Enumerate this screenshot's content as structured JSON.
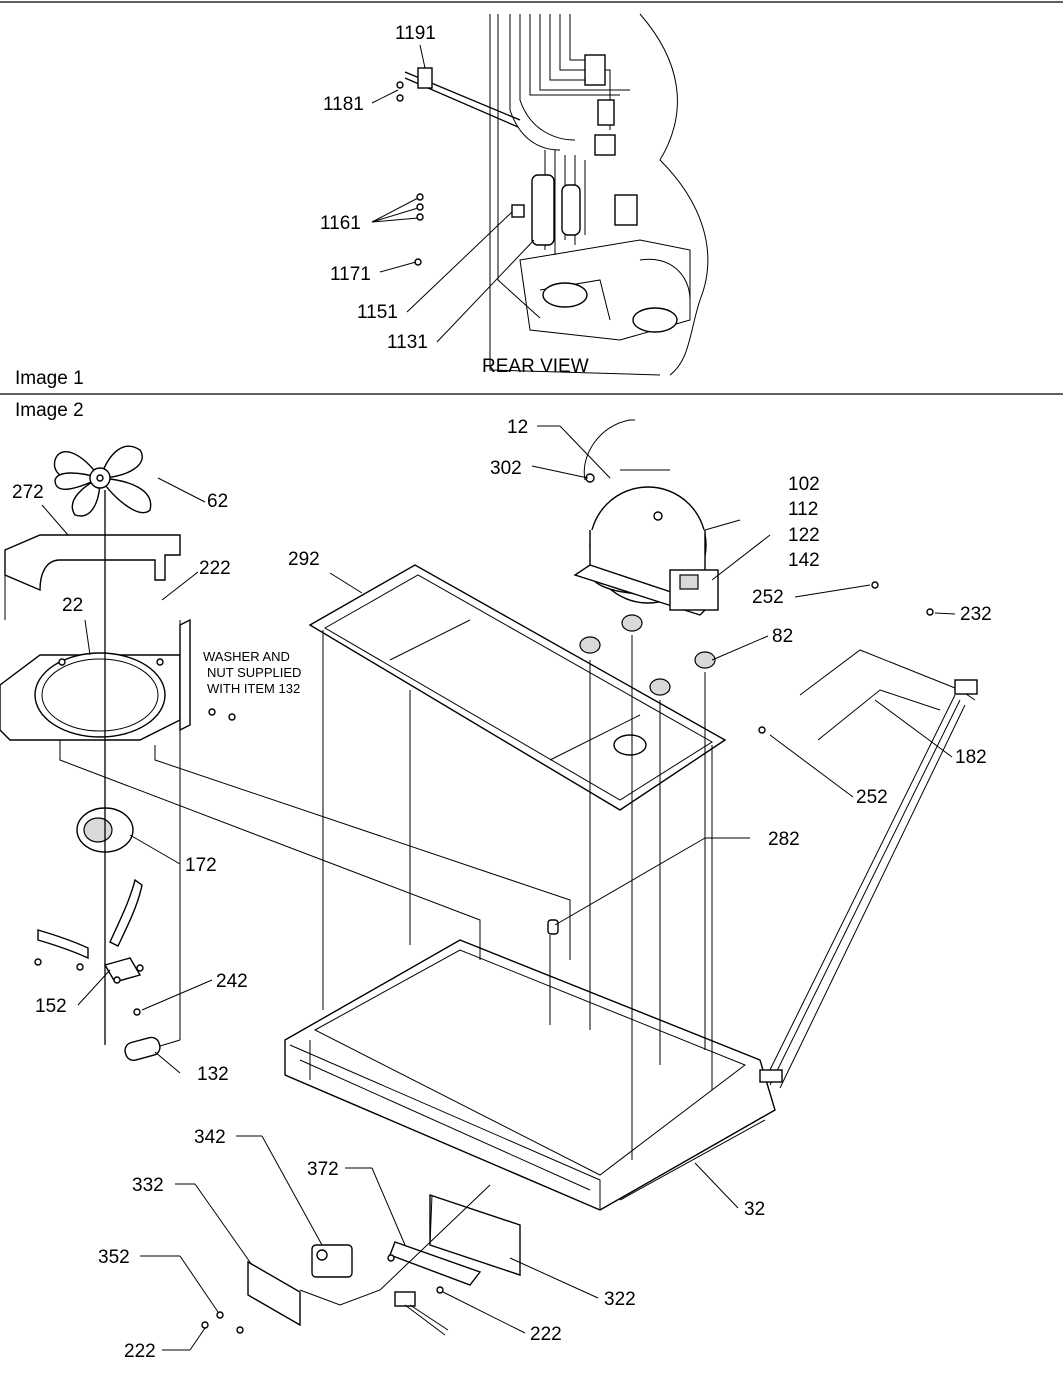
{
  "sections": {
    "image1": "Image 1",
    "image2": "Image 2",
    "rear_view": "REAR VIEW"
  },
  "note_lines": [
    "WASHER AND",
    "NUT SUPPLIED",
    "WITH ITEM 132"
  ],
  "callouts": {
    "c1191": "1191",
    "c1181": "1181",
    "c1161": "1161",
    "c1171": "1171",
    "c1151": "1151",
    "c1131": "1131",
    "c12": "12",
    "c302": "302",
    "c102": "102",
    "c112": "112",
    "c122": "122",
    "c142": "142",
    "c292": "292",
    "c272": "272",
    "c62": "62",
    "c222a": "222",
    "c22": "22",
    "c252a": "252",
    "c232": "232",
    "c82": "82",
    "c182": "182",
    "c252b": "252",
    "c282": "282",
    "c172": "172",
    "c152": "152",
    "c242": "242",
    "c132": "132",
    "c342": "342",
    "c332": "332",
    "c372": "372",
    "c32": "32",
    "c352": "352",
    "c322": "322",
    "c222b": "222",
    "c222c": "222"
  }
}
